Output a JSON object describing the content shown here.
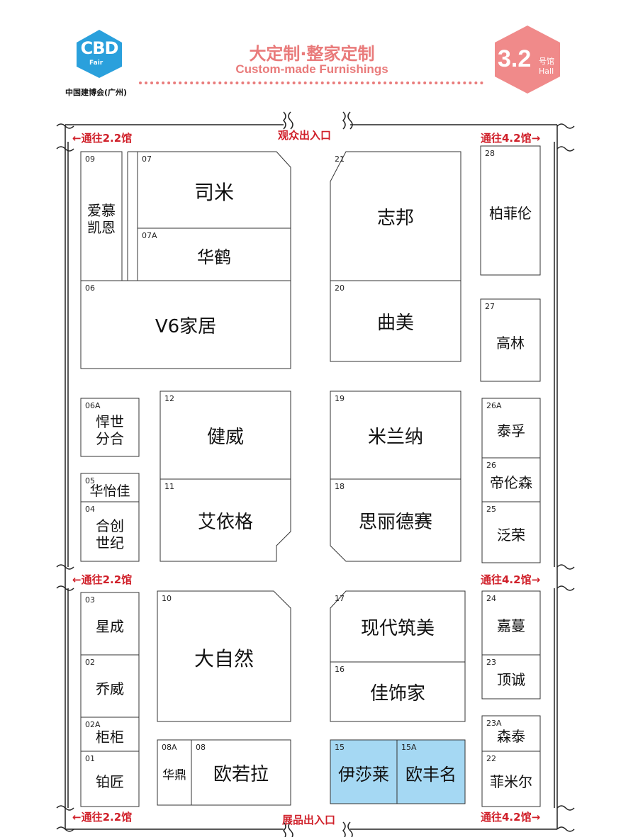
{
  "header": {
    "logo_text": "CBD",
    "logo_sub": "Fair",
    "org_name": "中国建博会(广州)",
    "title_cn": "大定制·整家定制",
    "title_en": "Custom-made Furnishings",
    "hall_number": "3.2",
    "hall_cn": "号馆",
    "hall_en": "Hall"
  },
  "entrances": {
    "top": "观众出入口",
    "bottom": "展品出入口"
  },
  "nav": {
    "to_22": "←通往2.2馆",
    "to_42": "通往4.2馆→"
  },
  "booths": [
    {
      "id": "b09",
      "num": "09",
      "name": "爱慕\n凯恩"
    },
    {
      "id": "b07",
      "num": "07",
      "name": "司米"
    },
    {
      "id": "b07a",
      "num": "07A",
      "name": "华鹤"
    },
    {
      "id": "b06",
      "num": "06",
      "name": "V6家居"
    },
    {
      "id": "b21",
      "num": "21",
      "name": "志邦"
    },
    {
      "id": "b20",
      "num": "20",
      "name": "曲美"
    },
    {
      "id": "b28",
      "num": "28",
      "name": "柏菲伦"
    },
    {
      "id": "b27",
      "num": "27",
      "name": "高林"
    },
    {
      "id": "b06a",
      "num": "06A",
      "name": "悍世\n分合"
    },
    {
      "id": "b12",
      "num": "12",
      "name": "健威"
    },
    {
      "id": "b19",
      "num": "19",
      "name": "米兰纳"
    },
    {
      "id": "b26a",
      "num": "26A",
      "name": "泰孚"
    },
    {
      "id": "b05",
      "num": "05",
      "name": "华怡佳"
    },
    {
      "id": "b04",
      "num": "04",
      "name": "合创\n世纪"
    },
    {
      "id": "b11",
      "num": "11",
      "name": "艾依格"
    },
    {
      "id": "b18",
      "num": "18",
      "name": "思丽德赛"
    },
    {
      "id": "b26",
      "num": "26",
      "name": "帝伦森"
    },
    {
      "id": "b25",
      "num": "25",
      "name": "泛荣"
    },
    {
      "id": "b03",
      "num": "03",
      "name": "星成"
    },
    {
      "id": "b02",
      "num": "02",
      "name": "乔威"
    },
    {
      "id": "b10",
      "num": "10",
      "name": "大自然"
    },
    {
      "id": "b17",
      "num": "17",
      "name": "现代筑美"
    },
    {
      "id": "b16",
      "num": "16",
      "name": "佳饰家"
    },
    {
      "id": "b24",
      "num": "24",
      "name": "嘉蔓"
    },
    {
      "id": "b23",
      "num": "23",
      "name": "顶诚"
    },
    {
      "id": "b02a",
      "num": "02A",
      "name": "柜柜"
    },
    {
      "id": "b01",
      "num": "01",
      "name": "铂匠"
    },
    {
      "id": "b08a",
      "num": "08A",
      "name": "华鼎"
    },
    {
      "id": "b08",
      "num": "08",
      "name": "欧若拉"
    },
    {
      "id": "b15",
      "num": "15",
      "name": "伊莎莱"
    },
    {
      "id": "b15a",
      "num": "15A",
      "name": "欧丰名"
    },
    {
      "id": "b23a",
      "num": "23A",
      "name": "森泰"
    },
    {
      "id": "b22",
      "num": "22",
      "name": "菲米尔"
    }
  ],
  "colors": {
    "accent_red": "#d0202a",
    "logo_blue": "#2aa0dc",
    "hex_pink": "#f08a8a",
    "title_pink": "#e97b7b",
    "highlight_blue": "#a5d8f3"
  }
}
